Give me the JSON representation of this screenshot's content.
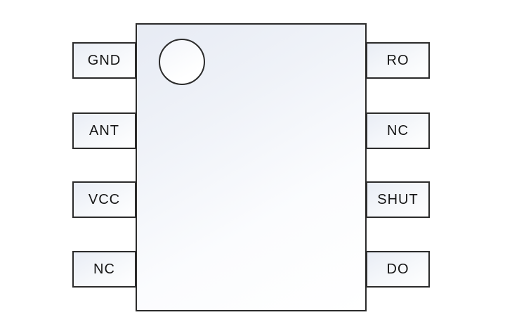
{
  "pins": {
    "left": [
      {
        "label": "GND"
      },
      {
        "label": "ANT"
      },
      {
        "label": "VCC"
      },
      {
        "label": "NC"
      }
    ],
    "right": [
      {
        "label": "RO"
      },
      {
        "label": "NC"
      },
      {
        "label": "SHUT"
      },
      {
        "label": "DO"
      }
    ]
  },
  "colors": {
    "background": "#ffffff",
    "outline": "#2b2b2b",
    "fill_top": "#e7ebf4",
    "fill_bottom": "#ffffff",
    "text": "#161616"
  }
}
